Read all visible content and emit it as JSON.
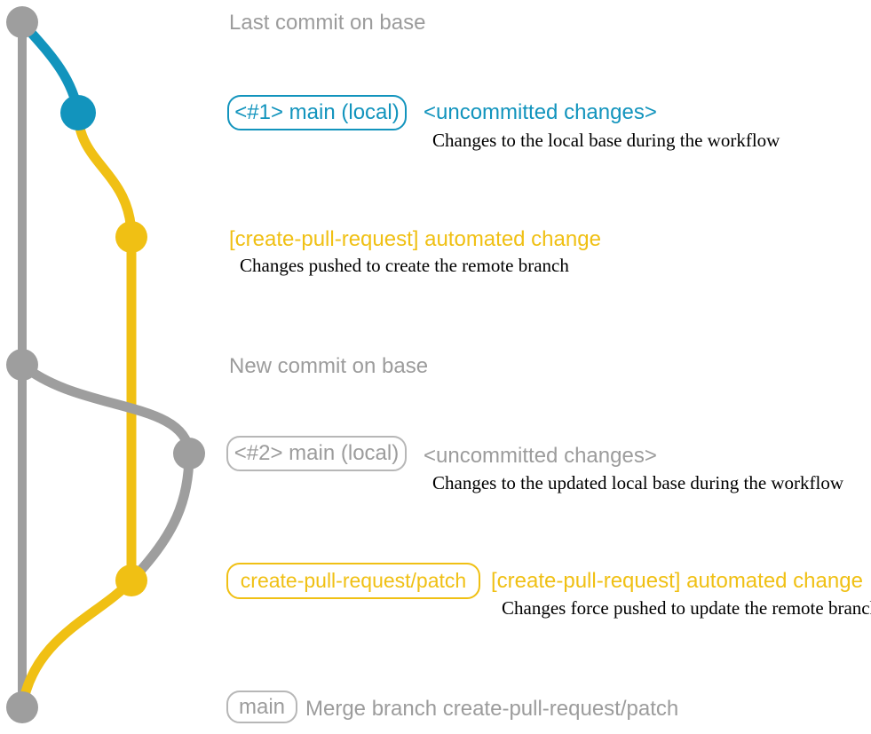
{
  "colors": {
    "gray": "#9e9e9e",
    "graytext": "#9c9c9c",
    "boxgray": "#b7b7b7",
    "blue": "#1294bd",
    "yellow": "#f0c014",
    "ink": "#000000"
  },
  "diagram": {
    "row_last_commit": {
      "label": "Last commit on base"
    },
    "row_branch1": {
      "tag": "<#1> main (local)",
      "title": "<uncommitted changes>",
      "desc": "Changes to the local base during the workflow"
    },
    "row_automated1": {
      "title": "[create-pull-request] automated change",
      "desc": "Changes pushed to create the remote branch"
    },
    "row_new_commit": {
      "label": "New commit on base"
    },
    "row_branch2": {
      "tag": "<#2> main (local)",
      "title": "<uncommitted changes>",
      "desc": "Changes to the updated local base during the workflow"
    },
    "row_automated2": {
      "tag": "create-pull-request/patch",
      "title": "[create-pull-request] automated change",
      "desc": "Changes force pushed to update the remote branch"
    },
    "row_merge": {
      "tag": "main",
      "label": "Merge branch create-pull-request/patch"
    }
  }
}
